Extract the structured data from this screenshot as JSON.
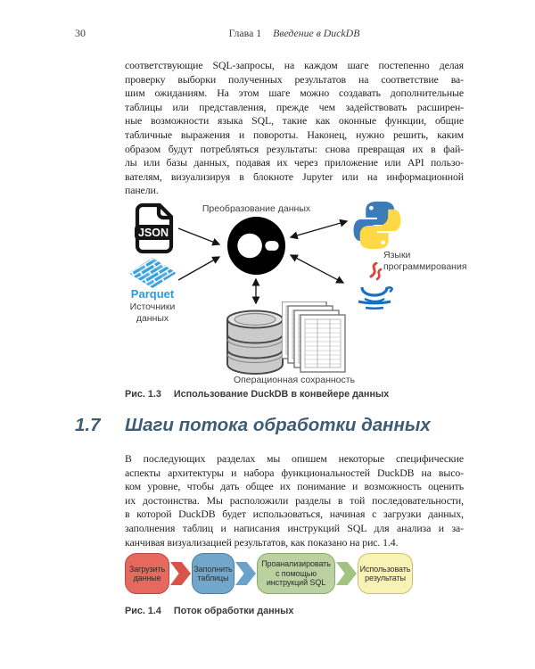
{
  "page": {
    "number": "30",
    "chapter_label": "Глава 1",
    "chapter_title": "Введение в DuckDB"
  },
  "paragraph1_lines": [
    "соответствующие SQL-запросы, на каждом шаге постепенно делая",
    "проверку выборки полученных результатов на соответствие ва-",
    "шим ожиданиям. На этом шаге можно создавать дополнительные",
    "таблицы или представления, прежде чем задействовать расширен-",
    "ные возможности языка SQL, такие как оконные функции, общие",
    "табличные выражения и повороты. Наконец, нужно решить, каким",
    "образом будут потребляться результаты: снова превращая их в фай-",
    "лы или базы данных, подавая их через приложение или API пользо-",
    "вателям, визуализируя в блокноте Jupyter или на информационной",
    "панели."
  ],
  "figure13": {
    "label_transformation": "Преобразование данных",
    "json_badge": "JSON",
    "parquet_label": "Parquet",
    "label_sources": "Источники\nданных",
    "label_languages": "Языки\nпрограммирования",
    "label_persistence": "Операционная сохранность",
    "caption_number": "Рис. 1.3",
    "caption_text": "Использование DuckDB в конвейере данных",
    "icons": [
      "json-file-icon",
      "parquet-logo-icon",
      "duckdb-logo-icon",
      "python-logo-icon",
      "java-logo-icon",
      "database-cylinder-icon",
      "table-pages-icon"
    ],
    "colors": {
      "parquet_blue": "#3aa0da",
      "python_blue": "#3b7cb8",
      "python_yellow": "#ffd845",
      "java_red": "#d9453c",
      "java_blue": "#1b6ec2",
      "duckdb_black": "#000000"
    }
  },
  "section_heading": {
    "number": "1.7",
    "title": "Шаги потока обработки данных",
    "color": "#3e5c74"
  },
  "paragraph2_lines": [
    "В последующих разделах мы опишем некоторые специфические",
    "аспекты архитектуры и набора функциональностей DuckDB на высо-",
    "ком уровне, чтобы дать общее их понимание и возможность оценить",
    "их достоинства. Мы расположили разделы в той последовательности,",
    "в которой DuckDB будет использоваться, начиная с загрузки данных,",
    "заполнения таблиц и написания инструкций SQL для анализа и за-",
    "канчивая визуализацией результатов, как показано на рис. 1.4."
  ],
  "figure14": {
    "steps": [
      {
        "label": "Загрузить\nданные",
        "fill": "#e5695f",
        "border": "#b84a42"
      },
      {
        "label": "Заполнить\nтаблицы",
        "fill": "#72a6ca",
        "border": "#4d7ea3"
      },
      {
        "label": "Проанализировать\nс помощью\nинструкций SQL",
        "fill": "#bad1a2",
        "border": "#8aaa67"
      },
      {
        "label": "Использовать\nрезультаты",
        "fill": "#f8f3b4",
        "border": "#c8c173"
      }
    ],
    "arrow_colors": [
      "#d95349",
      "#6ba2c9",
      "#a3c383"
    ],
    "caption_number": "Рис. 1.4",
    "caption_text": "Поток обработки данных"
  }
}
